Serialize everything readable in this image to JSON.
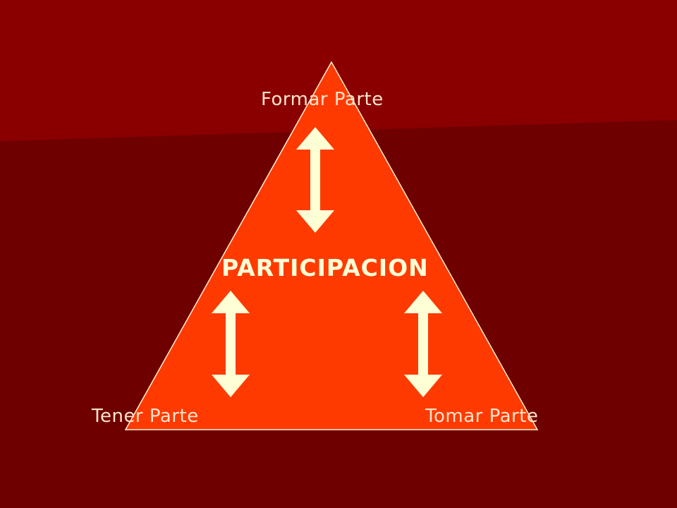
{
  "colors": {
    "background": "#6f0000",
    "background_light": "#8a0000",
    "triangle_fill": "#ff3a00",
    "triangle_stroke": "#fff3d6",
    "arrow_fill": "#ffffd6",
    "label_color": "#ffe4cc",
    "center_text_color": "#ffffd6"
  },
  "diagram": {
    "center_label": "PARTICIPACION",
    "top_label": "Formar Parte",
    "bottom_left_label": "Tener Parte",
    "bottom_right_label": "Tomar Parte"
  },
  "icons": {
    "top_arrow": "double-vertical-arrow-icon",
    "left_arrow": "double-vertical-arrow-icon",
    "right_arrow": "double-vertical-arrow-icon"
  }
}
